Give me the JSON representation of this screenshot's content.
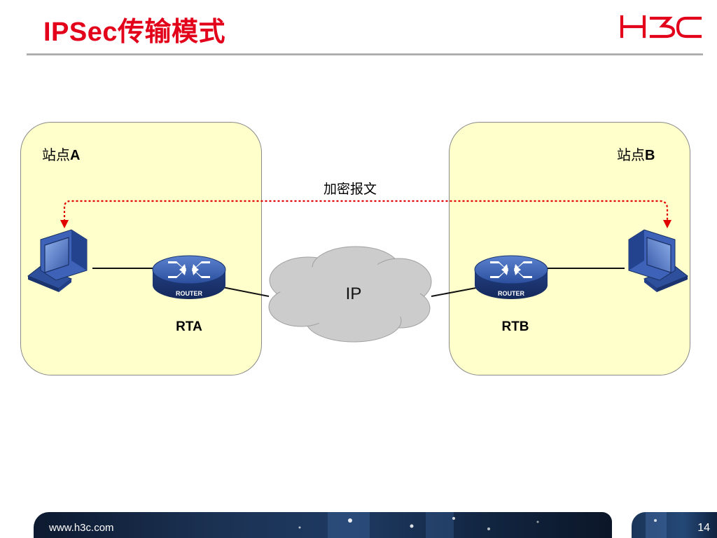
{
  "slide": {
    "title": "IPSec传输模式",
    "logo_text": "H3C",
    "footer_url": "www.h3c.com",
    "page_number": "14"
  },
  "diagram": {
    "site_a": {
      "prefix": "站点",
      "suffix": "A"
    },
    "site_b": {
      "prefix": "站点",
      "suffix": "B"
    },
    "router_a": {
      "label": "RTA",
      "badge": "ROUTER"
    },
    "router_b": {
      "label": "RTB",
      "badge": "ROUTER"
    },
    "cloud": {
      "label": "IP"
    },
    "tunnel": {
      "label": "加密报文"
    }
  },
  "colors": {
    "title": "#e2001a",
    "site_fill": "#ffffcc",
    "tunnel_line": "#e00000",
    "router_blue": "#2a4f9c",
    "cloud_gray": "#cccccc"
  }
}
